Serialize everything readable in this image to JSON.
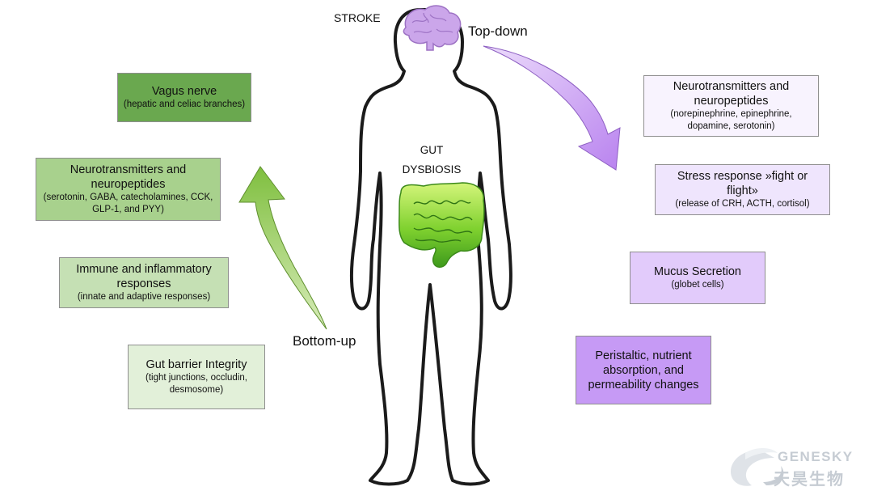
{
  "labels": {
    "stroke": "STROKE",
    "top_down": "Top-down",
    "bottom_up": "Bottom-up",
    "gut_line1": "GUT",
    "gut_line2": "DYSBIOSIS"
  },
  "left_boxes": [
    {
      "title": "Vagus nerve",
      "detail": "(hepatic and celiac branches)",
      "color": "#6aa84f"
    },
    {
      "title": "Neurotransmitters and neuropeptides",
      "detail": "(serotonin, GABA, catecholamines, CCK, GLP-1, and PYY)",
      "color": "#a8d18d"
    },
    {
      "title": "Immune and inflammatory responses",
      "detail": "(innate and adaptive responses)",
      "color": "#c5e0b4"
    },
    {
      "title": "Gut barrier Integrity",
      "detail": "(tight junctions, occludin, desmosome)",
      "color": "#e2f0d9"
    }
  ],
  "right_boxes": [
    {
      "title": "Neurotransmitters and neuropeptides",
      "detail": "(norepinephrine, epinephrine, dopamine, serotonin)",
      "color": "#f8f3fe"
    },
    {
      "title": "Stress response »fight or flight»",
      "detail": "(release of CRH, ACTH, cortisol)",
      "color": "#efe5fd"
    },
    {
      "title": "Mucus Secretion",
      "detail": "(globet cells)",
      "color": "#e2cbfb"
    },
    {
      "title": "Peristaltic, nutrient absorption, and permeability changes",
      "detail": "",
      "color": "#c69af5"
    }
  ],
  "logo": {
    "en": "GENESKY",
    "cn": "天昊生物"
  },
  "colors": {
    "brain": "#cba6ea",
    "arrow_green": "#8bc34a",
    "arrow_purple": "#c79bf3",
    "gut_light": "#c6f06a",
    "gut_dark": "#3e9a1c"
  }
}
